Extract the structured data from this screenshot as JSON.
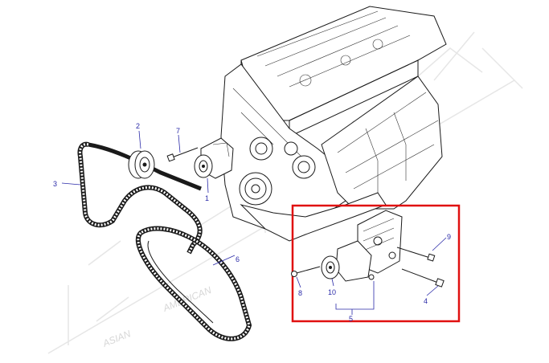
{
  "callouts": {
    "c1": "1",
    "c2": "2",
    "c3": "3",
    "c4": "4",
    "c5": "5",
    "c6": "6",
    "c7": "7",
    "c8": "8",
    "c9": "9",
    "c10": "10"
  },
  "watermark": {
    "text_1": "ASIAN",
    "text_2": "AMERICAN"
  },
  "highlight_color": "#e01010",
  "label_color": "#2a2aa8"
}
